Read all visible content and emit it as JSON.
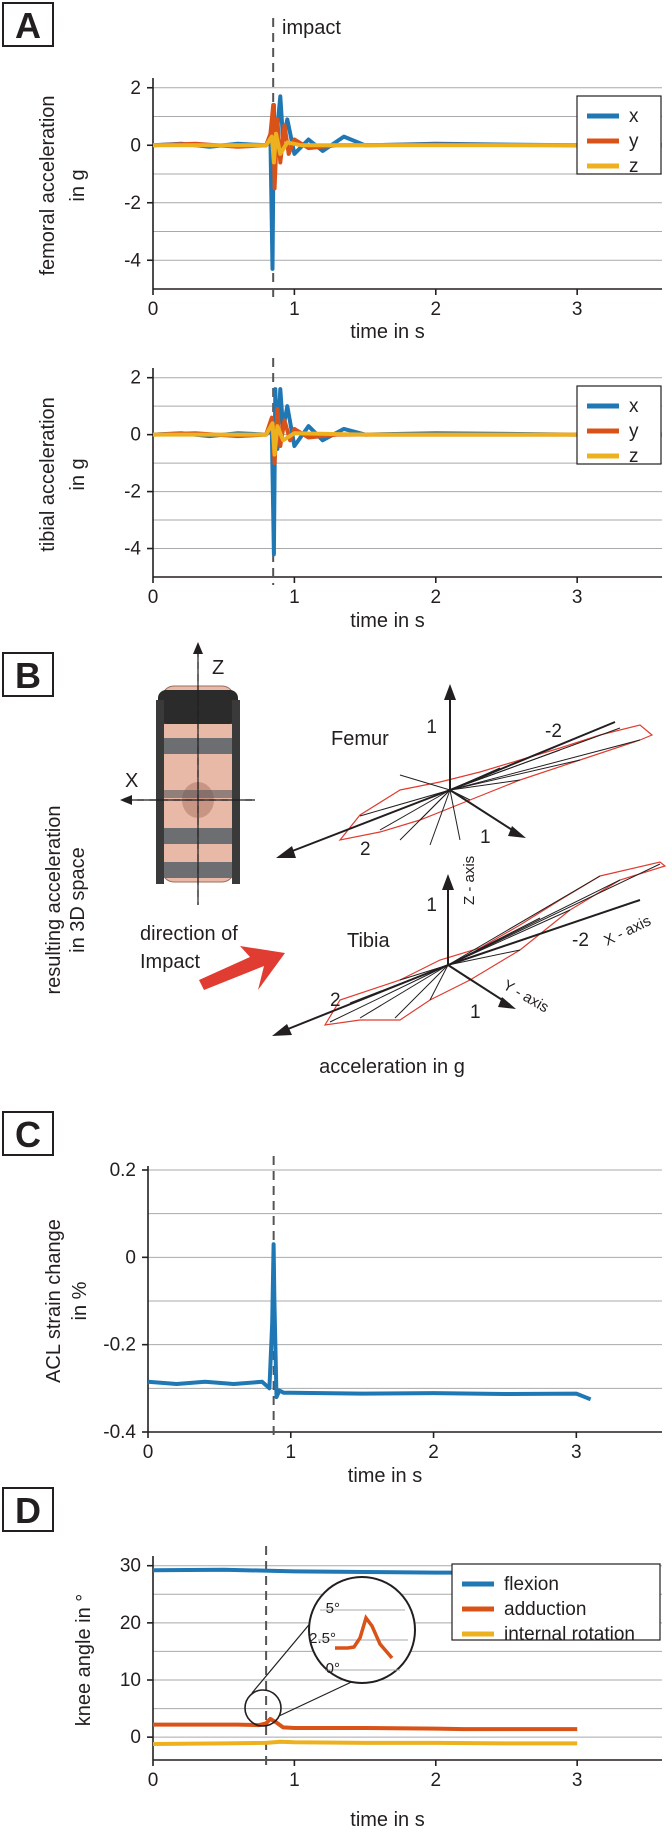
{
  "colors": {
    "x": "#1f77b4",
    "y": "#d95319",
    "z": "#edb120",
    "red": "#e03c31"
  },
  "panels": {
    "A": "A",
    "B": "B",
    "C": "C",
    "D": "D"
  },
  "impact_label": "impact",
  "panelB": {
    "z_label": "Z",
    "x_label": "X",
    "y_label": "resulting acceleration",
    "y_label2": "in 3D space",
    "direction": "direction of",
    "impact": "Impact",
    "femur": "Femur",
    "tibia": "Tibia",
    "xlabel": "acceleration in g",
    "femur_ticks": {
      "up": "1",
      "neg": "-2",
      "left": "2",
      "right": "1"
    },
    "tibia_ticks": {
      "up": "1",
      "neg": "-2",
      "left": "2",
      "right": "1"
    },
    "axis_z": "Z - axis",
    "axis_x": "X - axis",
    "axis_y": "Y - axis"
  },
  "zoom": {
    "t5": "5°",
    "t25": "2.5°",
    "t0": "0°"
  },
  "chart_data": [
    {
      "id": "A1",
      "type": "line",
      "xlabel": "time in s",
      "ylabel": [
        "femoral acceleration",
        "in g"
      ],
      "xlim": [
        0,
        3.6
      ],
      "ylim": [
        -5,
        2.2
      ],
      "xticks": [
        0,
        1,
        2,
        3
      ],
      "yticks": [
        2,
        0,
        -2,
        -4
      ],
      "impact_x": 0.85,
      "legend": [
        "x",
        "y",
        "z"
      ],
      "series": [
        {
          "name": "x",
          "x": [
            0,
            0.2,
            0.4,
            0.6,
            0.8,
            0.83,
            0.845,
            0.855,
            0.86,
            0.875,
            0.9,
            0.92,
            0.95,
            1.0,
            1.1,
            1.2,
            1.35,
            1.5,
            2.0,
            3.0,
            3.6
          ],
          "y": [
            0,
            0.05,
            -0.05,
            0.05,
            0,
            0.3,
            -4.3,
            1.4,
            -1.0,
            0.4,
            1.7,
            0.2,
            0.9,
            -0.3,
            0.2,
            -0.2,
            0.3,
            0,
            0.05,
            0,
            0
          ]
        },
        {
          "name": "y",
          "x": [
            0,
            0.3,
            0.6,
            0.8,
            0.83,
            0.85,
            0.86,
            0.88,
            0.9,
            0.93,
            0.96,
            1.0,
            1.1,
            1.3,
            2.0,
            3.0,
            3.6
          ],
          "y": [
            0,
            0.05,
            -0.05,
            0,
            0.4,
            1.4,
            -1.5,
            0.9,
            -0.6,
            0.7,
            -0.3,
            0.2,
            -0.1,
            0,
            0.02,
            0,
            0
          ]
        },
        {
          "name": "z",
          "x": [
            0,
            0.5,
            0.8,
            0.84,
            0.855,
            0.87,
            0.9,
            0.95,
            1.05,
            1.5,
            3.6
          ],
          "y": [
            0,
            0,
            0,
            0.3,
            -0.6,
            0.4,
            -0.3,
            0.1,
            0,
            0,
            0
          ]
        }
      ]
    },
    {
      "id": "A2",
      "type": "line",
      "xlabel": "time in s",
      "ylabel": [
        "tibial acceleration",
        "in g"
      ],
      "xlim": [
        0,
        3.6
      ],
      "ylim": [
        -5,
        2.2
      ],
      "xticks": [
        0,
        1,
        2,
        3
      ],
      "yticks": [
        2,
        0,
        -2,
        -4
      ],
      "impact_x": 0.85,
      "legend": [
        "x",
        "y",
        "z"
      ],
      "series": [
        {
          "name": "x",
          "x": [
            0,
            0.2,
            0.4,
            0.6,
            0.8,
            0.84,
            0.855,
            0.865,
            0.88,
            0.9,
            0.92,
            0.95,
            1.0,
            1.1,
            1.2,
            1.35,
            1.5,
            2.0,
            3.0,
            3.6
          ],
          "y": [
            0,
            0.05,
            -0.05,
            0.05,
            0,
            0.2,
            -4.2,
            1.6,
            -0.5,
            1.6,
            0.2,
            1.0,
            -0.4,
            0.3,
            -0.2,
            0.2,
            0,
            0.05,
            0,
            0
          ]
        },
        {
          "name": "y",
          "x": [
            0,
            0.3,
            0.6,
            0.8,
            0.84,
            0.86,
            0.88,
            0.9,
            0.93,
            0.97,
            1.0,
            1.1,
            1.3,
            2.0,
            3.6
          ],
          "y": [
            0,
            0.05,
            -0.05,
            0,
            0.6,
            -1.0,
            0.9,
            -0.4,
            0.5,
            -0.2,
            0.2,
            -0.1,
            0,
            0,
            0
          ]
        },
        {
          "name": "z",
          "x": [
            0,
            0.5,
            0.8,
            0.845,
            0.86,
            0.88,
            0.92,
            1.0,
            1.5,
            3.6
          ],
          "y": [
            0,
            0,
            0,
            0.4,
            -0.7,
            0.3,
            -0.2,
            0.05,
            0,
            0
          ]
        }
      ]
    },
    {
      "id": "C",
      "type": "line",
      "xlabel": "time in s",
      "ylabel": [
        "ACL strain change",
        "in %"
      ],
      "xlim": [
        0,
        3.6
      ],
      "ylim": [
        -0.4,
        0.2
      ],
      "xticks": [
        0,
        1,
        2,
        3
      ],
      "yticks": [
        0.2,
        0,
        -0.2,
        -0.4
      ],
      "ytick_labels": [
        "0.2",
        "0",
        "-0.2",
        "-0.4"
      ],
      "impact_x": 0.88,
      "series": [
        {
          "name": "",
          "x": [
            0,
            0.2,
            0.4,
            0.6,
            0.8,
            0.85,
            0.87,
            0.88,
            0.885,
            0.9,
            0.92,
            0.95,
            1.0,
            1.5,
            2.0,
            2.5,
            3.0,
            3.1
          ],
          "y": [
            -0.285,
            -0.29,
            -0.285,
            -0.29,
            -0.285,
            -0.3,
            -0.15,
            0.03,
            -0.1,
            -0.32,
            -0.305,
            -0.31,
            -0.31,
            -0.312,
            -0.311,
            -0.313,
            -0.312,
            -0.325
          ]
        }
      ]
    },
    {
      "id": "D",
      "type": "line",
      "xlabel": "time in s",
      "ylabel": [
        "knee angle in °"
      ],
      "xlim": [
        0,
        3.6
      ],
      "ylim": [
        -4,
        31
      ],
      "xticks": [
        0,
        1,
        2,
        3
      ],
      "yticks": [
        30,
        20,
        10,
        0
      ],
      "impact_x": 0.8,
      "legend": [
        "flexion",
        "adduction",
        "internal rotation"
      ],
      "series": [
        {
          "name": "flexion",
          "x": [
            0,
            0.5,
            1.0,
            1.5,
            2.0,
            2.5,
            3.0
          ],
          "y": [
            29.2,
            29.3,
            29.0,
            28.9,
            28.8,
            28.8,
            28.7
          ]
        },
        {
          "name": "adduction",
          "x": [
            0,
            0.3,
            0.6,
            0.75,
            0.8,
            0.83,
            0.87,
            0.92,
            1.0,
            1.5,
            2.0,
            2.2,
            3.0
          ],
          "y": [
            2.2,
            2.2,
            2.2,
            2.1,
            2.4,
            3.2,
            2.6,
            1.7,
            1.6,
            1.6,
            1.5,
            1.4,
            1.4
          ]
        },
        {
          "name": "internal rotation",
          "x": [
            0,
            0.5,
            0.8,
            0.9,
            1.0,
            1.5,
            2.0,
            2.5,
            3.0
          ],
          "y": [
            -1.2,
            -1.1,
            -1.0,
            -0.8,
            -0.9,
            -1.0,
            -1.0,
            -1.1,
            -1.1
          ]
        }
      ]
    }
  ]
}
